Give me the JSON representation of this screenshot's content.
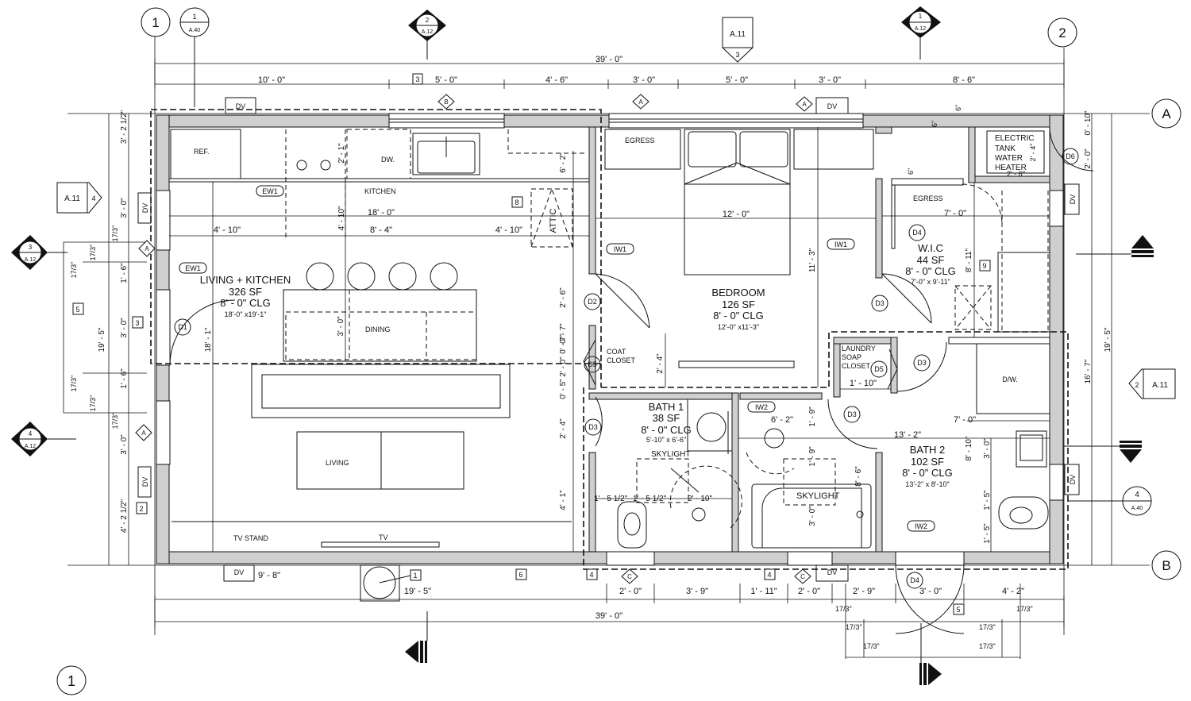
{
  "grid": {
    "col1": "1",
    "col2": "2",
    "rowA": "A",
    "rowB": "B",
    "view": "1"
  },
  "overall": {
    "top": "39' - 0\"",
    "bottom": "39' - 0\"",
    "right": "19' - 5\""
  },
  "top_dims": [
    "10' - 0\"",
    "5' - 0\"",
    "4' - 6\"",
    "3' - 0\"",
    "5' - 0\"",
    "3' - 0\"",
    "8' - 6\""
  ],
  "bottom_dims": [
    "2' - 0\"",
    "3' - 9\"",
    "1' - 11\"",
    "2' - 0\"",
    "2' - 9\"",
    "3' - 0\"",
    "4' - 2\""
  ],
  "bottom_misc": {
    "dv_dim": "9' - 8\"",
    "wall_dim": "19' - 5\"",
    "bay": "17/3\""
  },
  "left_dims": [
    "3' - 2 1/2\"",
    "3' - 0\"",
    "1' - 6\"",
    "3' - 0\"",
    "1' - 6\"",
    "3' - 0\"",
    "4' - 2 1/2\"",
    "19' - 5\"",
    "17/3\""
  ],
  "refs": {
    "a11": "A.11",
    "a12": "A.12",
    "a40": "A.40",
    "n1": "1",
    "n2": "2",
    "n3": "3",
    "n4": "4",
    "n5": "5",
    "n6": "6",
    "n8": "8",
    "n9": "9"
  },
  "tags": {
    "dv": "DV",
    "ew1": "EW1",
    "iw1": "IW1",
    "iw2": "IW2",
    "d1": "D1",
    "d2": "D2",
    "d3": "D3",
    "d4": "D4",
    "d5": "D5",
    "d6": "D6",
    "a": "A",
    "b": "B",
    "c": "C"
  },
  "rooms": {
    "living": {
      "name": "LIVING + KITCHEN",
      "area": "326 SF",
      "clg": "8' - 0\" CLG",
      "size": "18'-0\" x19'-1\""
    },
    "bedroom": {
      "name": "BEDROOM",
      "area": "126 SF",
      "clg": "8' - 0\" CLG",
      "size": "12'-0\" x11'-3\""
    },
    "wic": {
      "name": "W.I.C",
      "area": "44 SF",
      "clg": "8' - 0\" CLG",
      "size": "7'-0\" x 9'-11\""
    },
    "bath1": {
      "name": "BATH 1",
      "area": "38 SF",
      "clg": "8' - 0\" CLG",
      "size": "5'-10\" x 6'-6\""
    },
    "bath2": {
      "name": "BATH 2",
      "area": "102 SF",
      "clg": "8' - 0\" CLG",
      "size": "13'-2\" x 8'-10\""
    }
  },
  "labels": {
    "ref": "REF.",
    "dw": "DW.",
    "kitchen": "KITCHEN",
    "attic": "ATTIC",
    "dining": "DINING",
    "living": "LIVING",
    "tvstand": "TV STAND",
    "tv": "TV",
    "egress": "EGRESS",
    "coat": "COAT",
    "closet": "CLOSET",
    "laundry": "LAUNDRY",
    "soap": "SOAP",
    "skylight": "SKYLIGHT",
    "dwbox": "D/W.",
    "heater": [
      "ELECTRIC",
      "TANK",
      "WATER",
      "HEATER"
    ]
  },
  "inner_dims": {
    "k18": "18' - 0\"",
    "k4_10a": "4' - 10\"",
    "k8_4": "8' - 4\"",
    "k4_10b": "4' - 10\"",
    "k4_10v": "4' - 10\"",
    "k18_1": "18' - 1\"",
    "k3_0": "3' - 0\"",
    "b12": "12' - 0\"",
    "b11_3": "11' - 3\"",
    "w7": "7' - 0\"",
    "w8_11": "8' - 11\"",
    "b1_10": "1' - 10\"",
    "b13_2": "13' - 2\"",
    "b7_0": "7' - 0\"",
    "b16_7": "16' - 7\"",
    "b8_10": "8' - 10\"",
    "b3_0": "3' - 0\"",
    "b1_5a": "1' - 5\"",
    "b1_5b": "1' - 5\"",
    "bath1_w": "1' - 5 1/2\"",
    "bath1_w2": "1' - 5 1/2\"",
    "bath1_sh": "2' - 10\"",
    "bath2_62": "6' - 2\"",
    "bath2_19a": "1' - 9\"",
    "bath2_19b": "1' - 9\"",
    "bath2_86": "8' - 6\"",
    "bath2_30": "3' - 0\"",
    "h2_6": "2' - 6\"",
    "h2_4": "2' - 4\"",
    "h0_7": "0' - 7\"",
    "h2_0": "2' - 0\"",
    "h0_5": "0' - 5\"",
    "h2_4b": "2' - 4\"",
    "h4_1": "4' - 1\"",
    "h6_2": "6' - 2\"",
    "c2_4": "2' - 4\"",
    "c1_10": "1' - 10\"",
    "wh2_6": "2' - 6\"",
    "wh2_4": "2' - 4\"",
    "wh2_0": "2' - 0\"",
    "wh0_10": "0' - 10\"",
    "r6a": "6\"",
    "r6b": "6\"",
    "r6c": "6\"",
    "k2_1": "2' - 1\"",
    "k1": "1\""
  }
}
